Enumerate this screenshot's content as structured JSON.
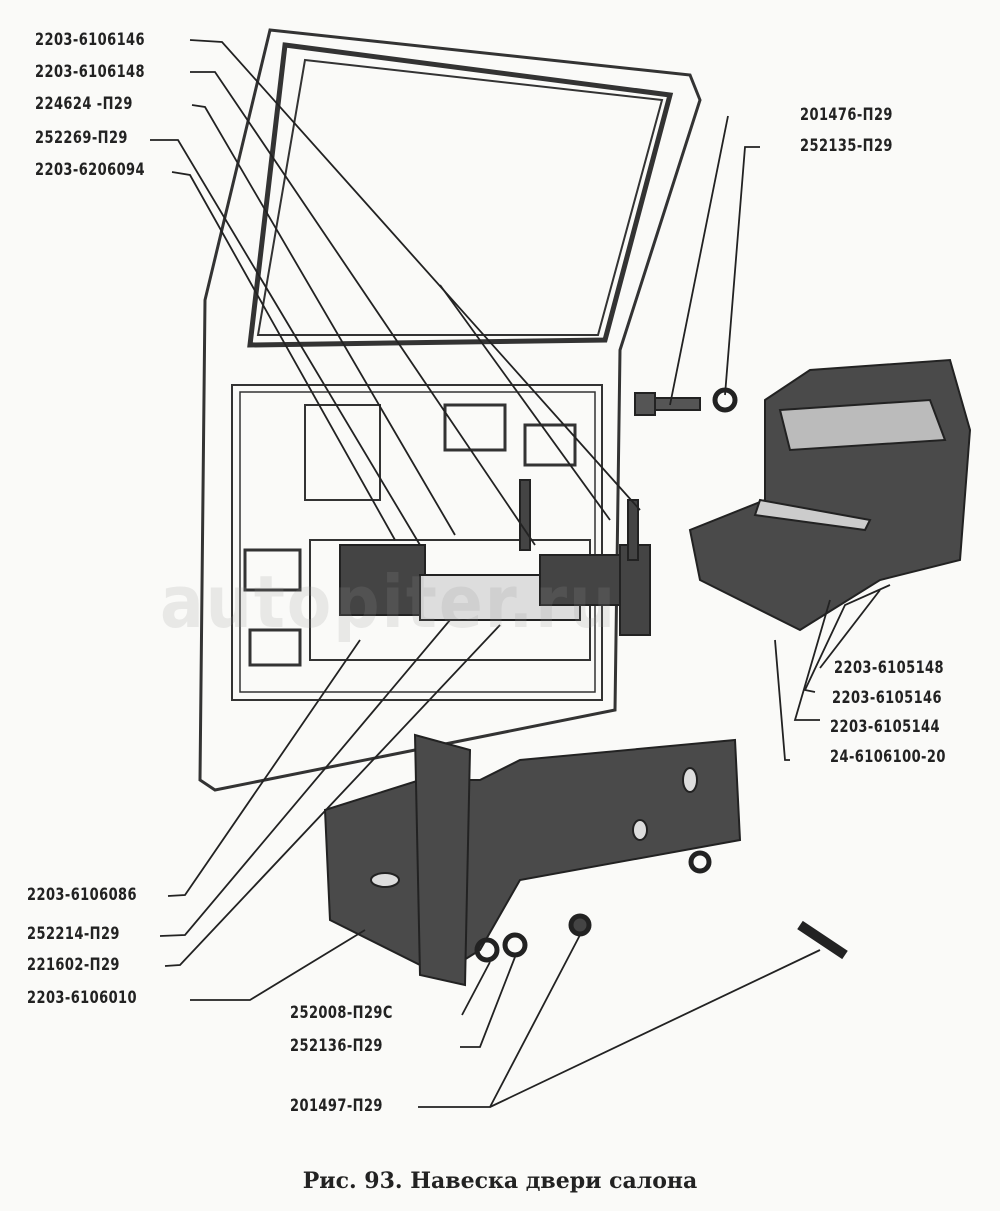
{
  "figure": {
    "caption": "Рис.  93. Навеска двери салона",
    "watermark": "autopiter.ru",
    "labels": {
      "l1": "2203-6106146",
      "l2": "2203-6106148",
      "l3": "224624 -П29",
      "l4": "252269-П29",
      "l5": "2203-6206094",
      "r1": "201476-П29",
      "r2": "252135-П29",
      "r3": "2203-6105148",
      "r4": "2203-6105146",
      "r5": "2203-6105144",
      "r6": "24-6106100-20",
      "b1": "2203-6106086",
      "b2": "252214-П29",
      "b3": "221602-П29",
      "b4": "2203-6106010",
      "b5": "252008-П29С",
      "b6": "252136-П29",
      "b7": "201497-П29"
    }
  }
}
